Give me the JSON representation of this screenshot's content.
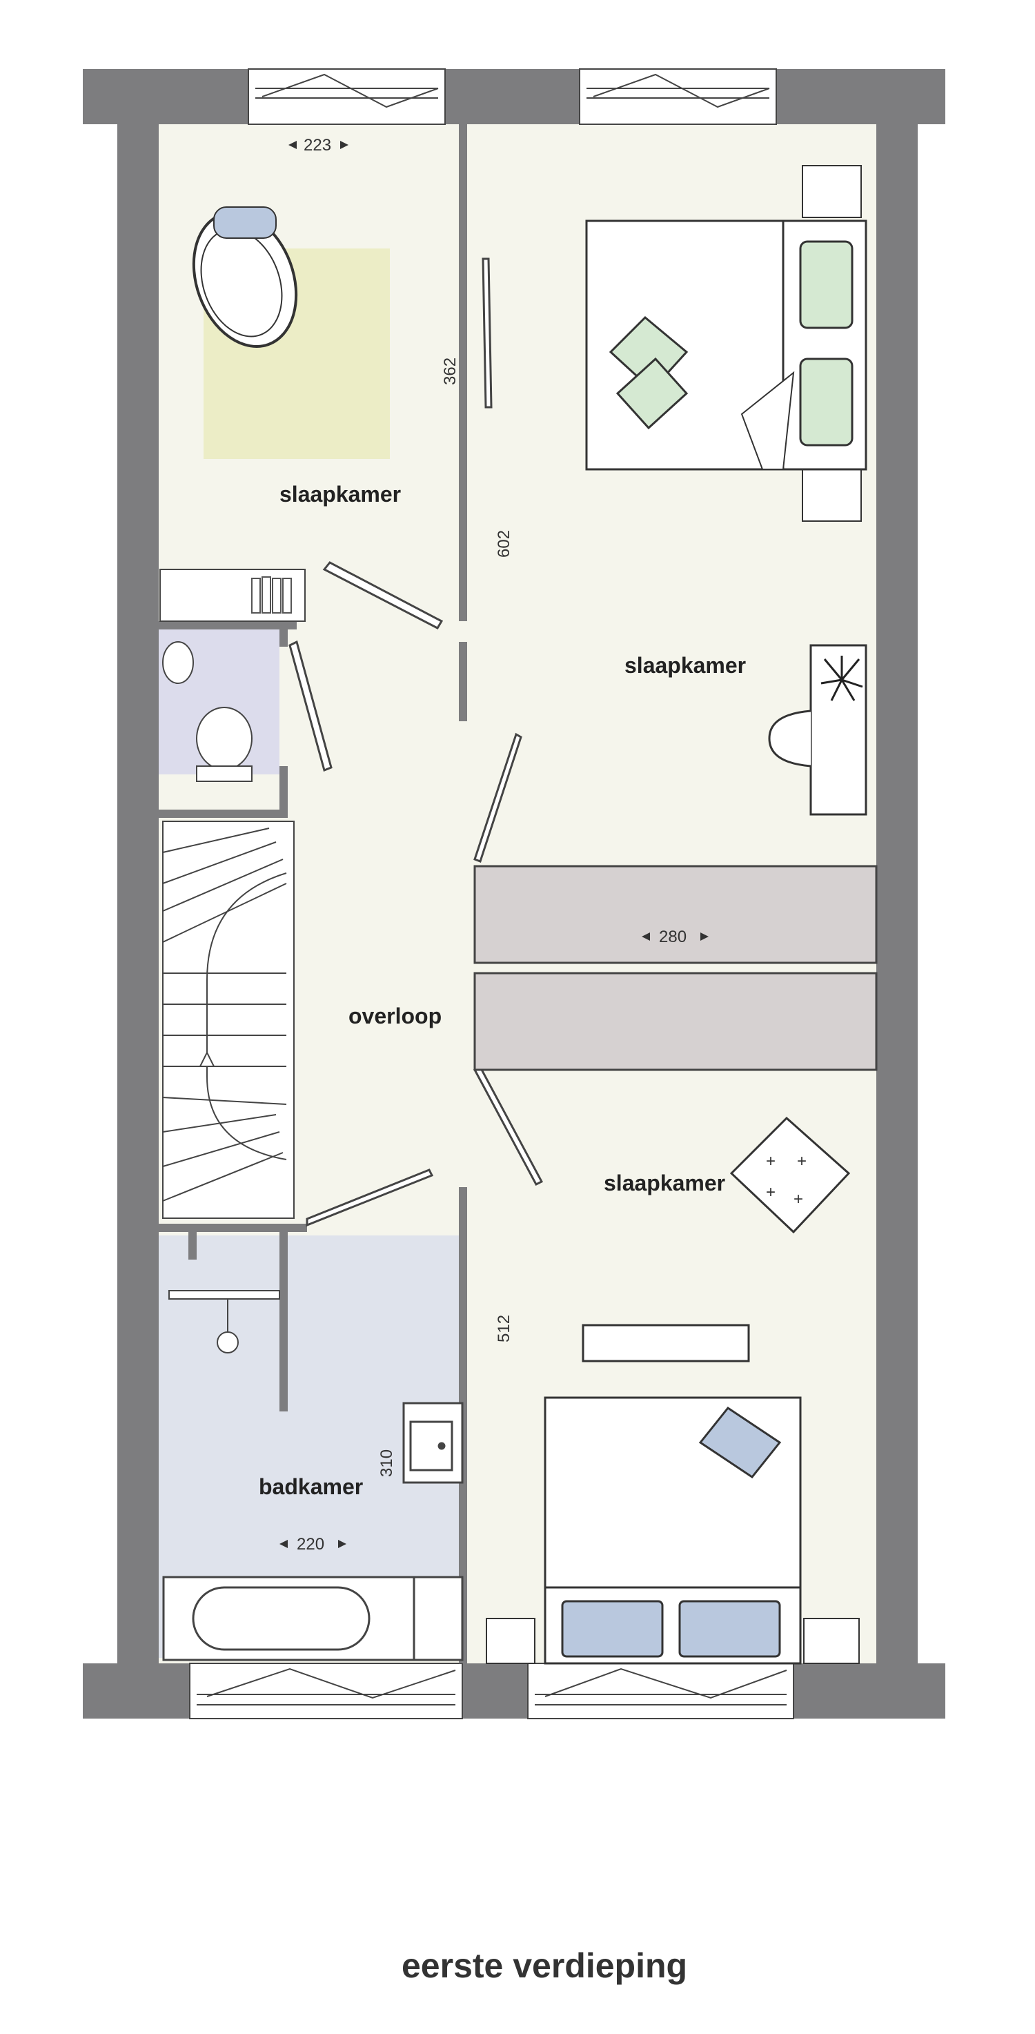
{
  "rooms": {
    "bedroom_tl": "slaapkamer",
    "bedroom_r": "slaapkamer",
    "bedroom_br": "slaapkamer",
    "landing": "overloop",
    "bathroom": "badkamer"
  },
  "dimensions": {
    "window_top": "223",
    "left_wall_upper": "362",
    "wall_mid": "602",
    "closet_width": "280",
    "wall_lower": "512",
    "bath_height": "310",
    "bath_width": "220"
  },
  "caption": "eerste verdieping",
  "colors": {
    "wall": "#7d7d7f",
    "floor": "#f5f5ec",
    "bath": "#dfe3ec",
    "toilet": "#dcdcec",
    "closet": "#d6d1d1",
    "rug": "#ecedc6",
    "pillow_green": "#d5e9d2",
    "pillow_blue": "#b9c8de"
  }
}
